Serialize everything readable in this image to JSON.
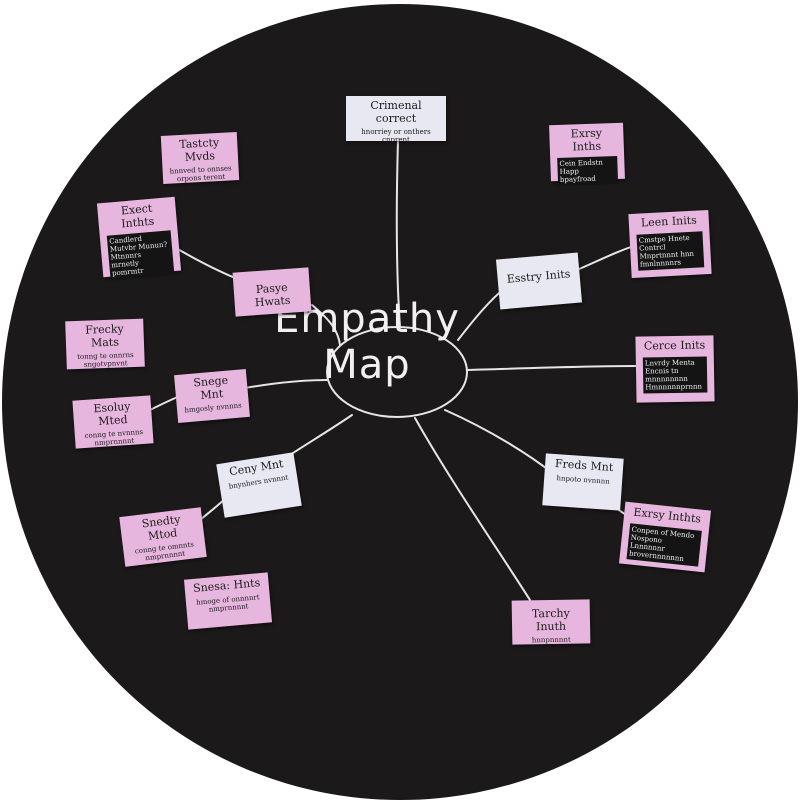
{
  "title_line1": "Empathy",
  "title_line2": "Map",
  "colors": {
    "board": "#1c191b",
    "note_pink": "#e7b6de",
    "note_white": "#e8e8f2",
    "line": "#e6e6e6"
  },
  "notes": {
    "top": {
      "title": "Crimenal correct",
      "text": "hnorriey or onthers cnprent"
    },
    "tl_small": {
      "title": "Tastcty Mvds",
      "text": "hnnved to onnses orpons terent"
    },
    "tl_card": {
      "title": "Exect Inthts",
      "dark": "Candlerd Mutvbr Munun? Mtnnnrs mrnetly pomrmtr"
    },
    "left_mid": {
      "title": "Pasye Hwats"
    },
    "l_top": {
      "title": "Frecky Mats",
      "text": "tonng te onnrns sngotvpnvnt"
    },
    "l_mid": {
      "title": "Snege Mnt",
      "text": "hmgosly nvnnns"
    },
    "l_low": {
      "title": "Esoluy Mted",
      "text": "conng te nvnnns nmprnnnnt"
    },
    "lower_mid": {
      "title": "Ceny Mnt",
      "text": "bnynhers nvnnnt"
    },
    "bl": {
      "title": "Snedty Mtod",
      "text": "conng te omnnts nmprnnnnt"
    },
    "bottom_l": {
      "title": "Snesa: Hnts",
      "text": "hmoge of onnnnrt nmprnnnnt"
    },
    "tr": {
      "title": "Exrsy Inths",
      "dark": "Cein Endstn Happ bpayfroad"
    },
    "right_mid": {
      "title": "Esstry Inits"
    },
    "r_top": {
      "title": "Leen Inits",
      "dark": "Cmstpe Hnete Contrcl Mnprtnnnt hnn fmnlnnnnrs"
    },
    "r_mid": {
      "title": "Cerce Inits",
      "dark": "Lnvrdy Menta Encnis tn mnnnnnnnn Hmnnnnnprnnn"
    },
    "lower_right": {
      "title": "Freds Mnt",
      "text": "hnpoto nvnnnn"
    },
    "br_card": {
      "title": "Exrsy Inthts",
      "dark": "Conpen of Mendo Nospono Lnnnnnnr brovernnnnnnn"
    },
    "bottom_r": {
      "title": "Tarchy Inuth",
      "text": "hnnpnnnnt"
    }
  }
}
